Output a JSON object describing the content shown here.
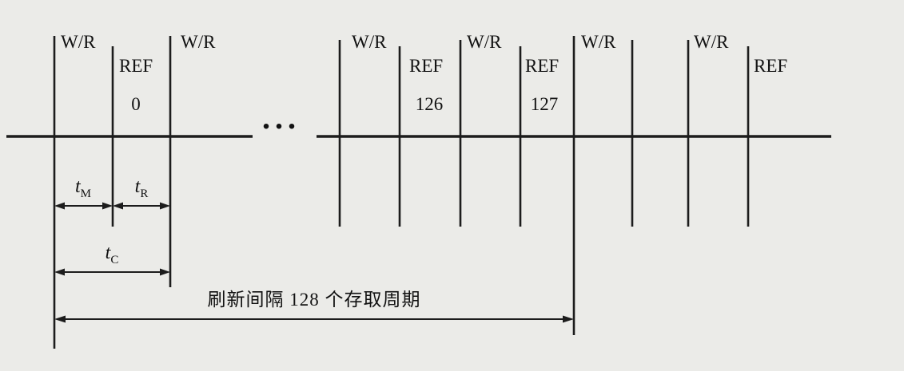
{
  "figure": {
    "background": "#ebebe8",
    "line_color": "#1c1c1c"
  },
  "top_labels": {
    "wr": [
      "W/R",
      "W/R",
      "W/R",
      "W/R",
      "W/R",
      "W/R"
    ],
    "ref": [
      "REF",
      "REF",
      "REF",
      "REF"
    ],
    "numbers": [
      "0",
      "126",
      "127"
    ]
  },
  "ellipsis": "...",
  "timing": {
    "tm": {
      "base": "t",
      "sub": "M"
    },
    "tr": {
      "base": "t",
      "sub": "R"
    },
    "tc": {
      "base": "t",
      "sub": "C"
    }
  },
  "annotation": {
    "refresh_interval": "刷新间隔 128 个存取周期"
  }
}
